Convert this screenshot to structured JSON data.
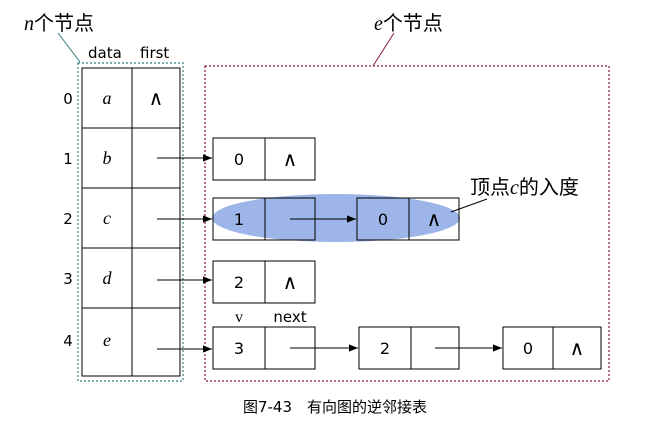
{
  "labels": {
    "n_nodes": "n",
    "n_nodes_suffix": "个节点",
    "e_nodes": "e",
    "e_nodes_suffix": "个节点",
    "col_data": "data",
    "col_first": "first",
    "col_v": "v",
    "col_next": "next",
    "annotation_prefix": "顶点",
    "annotation_var": "c",
    "annotation_suffix": "的入度",
    "null_symbol": "∧",
    "caption": "图7-43　有向图的逆邻接表"
  },
  "vertices": [
    {
      "index": "0",
      "data": "a"
    },
    {
      "index": "1",
      "data": "b"
    },
    {
      "index": "2",
      "data": "c"
    },
    {
      "index": "3",
      "data": "d"
    },
    {
      "index": "4",
      "data": "e"
    }
  ],
  "edge_lists": [
    {
      "vertex": "b",
      "nodes": [
        "0"
      ]
    },
    {
      "vertex": "c",
      "nodes": [
        "1",
        "0"
      ]
    },
    {
      "vertex": "d",
      "nodes": [
        "2"
      ]
    },
    {
      "vertex": "e",
      "nodes": [
        "3",
        "2",
        "0"
      ]
    }
  ],
  "colors": {
    "highlight_ellipse": "#9db5e8",
    "n_box_border": "#2f7f7f",
    "e_box_border": "#8b1a3a"
  }
}
